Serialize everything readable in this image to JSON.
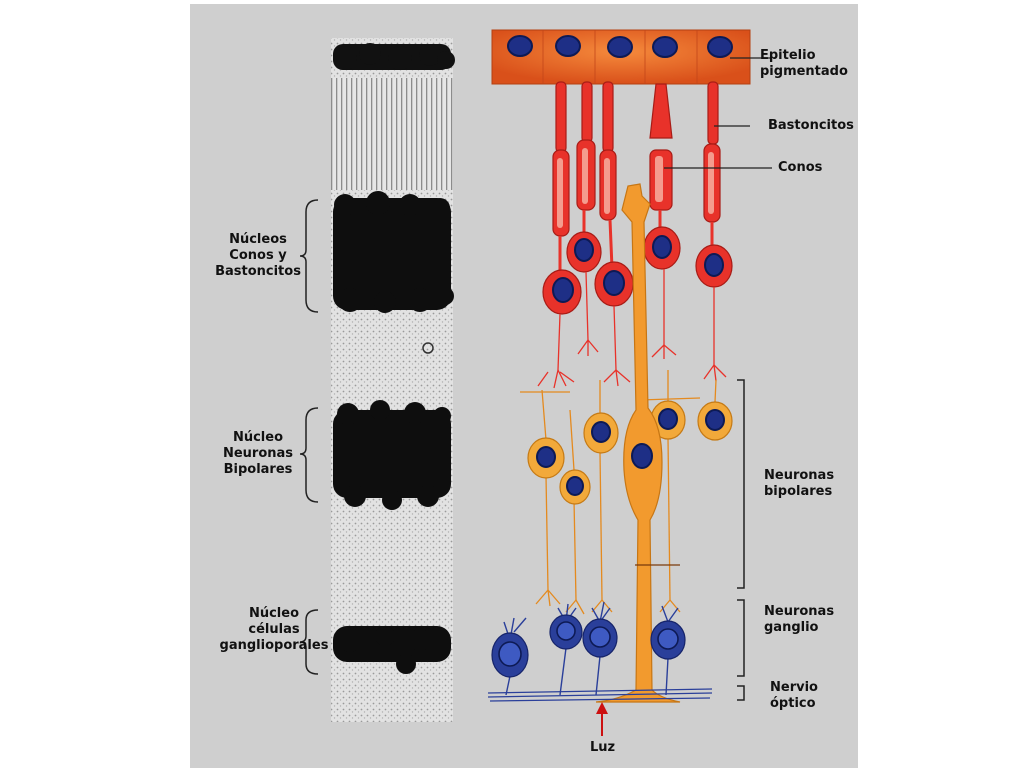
{
  "labels": {
    "epitelio": "Epitelio\npigmentado",
    "bastoncitos": "Bastoncitos",
    "conos": "Conos",
    "nucleos_conos_bastoncitos": "Núcleos\nConos y\nBastoncitos",
    "nucleo_bipolares": "Núcleo\nNeuronas\nBipolares",
    "nucleo_ganglio": "Núcleo\ncélulas\nganglioporales",
    "neuronas_bipolares": "Neuronas\nbipolares",
    "neuronas_ganglio": "Neuronas\nganglio",
    "nervio_optico": "Nervio\nóptico",
    "luz": "Luz"
  },
  "colors": {
    "panel": "#cfcfcf",
    "pigment": "#e8601e",
    "receptor": "#e8322a",
    "bipolar": "#f2a93a",
    "ganglion": "#2a3f9a",
    "nucleus": "#1e2f86",
    "muller": "#f29a2e"
  }
}
